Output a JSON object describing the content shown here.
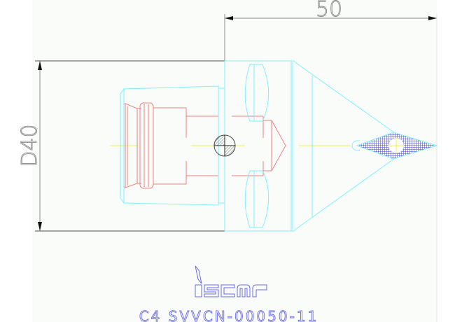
{
  "drawing": {
    "title": "C4 SVVCN-00050-11",
    "brand": "iscar",
    "dimensions": {
      "length": {
        "label": "50",
        "value": 50
      },
      "diameter": {
        "label": "D40",
        "value": 40
      }
    },
    "colors": {
      "background": "#fafcfa",
      "dimension_lines": "#8a8a8a",
      "body_outline": "#7ff0ff",
      "hidden_detail": "#f08080",
      "centerline": "#f0f040",
      "insert_hatch": "#3a3ae0",
      "title_text": "#6a6ae8"
    }
  }
}
